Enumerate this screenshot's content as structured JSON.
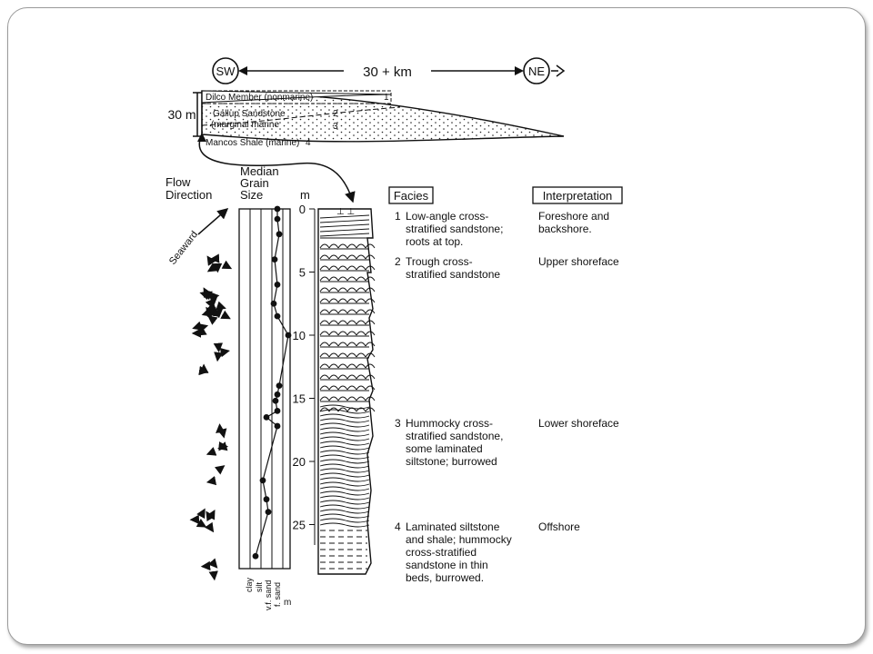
{
  "cross_section": {
    "sw_label": "SW",
    "ne_label": "NE",
    "distance_label": "30 + km",
    "thickness_label": "30 m",
    "units": [
      {
        "label": "Dilco Member (nonmarine)",
        "number": "1"
      },
      {
        "label": "Gallup Sandstone",
        "number": "2"
      },
      {
        "label": "(marginal marine",
        "number": "3"
      },
      {
        "label": "Mancos Shale (marine)",
        "number": "4"
      }
    ]
  },
  "flow_direction": {
    "title_line1": "Flow",
    "title_line2": "Direction",
    "seaward_label": "Seaward"
  },
  "grain_size": {
    "title_line1": "Median",
    "title_line2": "Grain",
    "title_line3": "Size",
    "axis_labels": [
      "clay",
      "silt",
      "v.f. sand",
      "f. sand",
      "m"
    ],
    "points": [
      {
        "depth": 0,
        "size": "f. sand"
      },
      {
        "depth": 0.8,
        "size": "f. sand"
      },
      {
        "depth": 2,
        "size": "f. sand"
      },
      {
        "depth": 4,
        "size": "f. sand"
      },
      {
        "depth": 6,
        "size": "f. sand"
      },
      {
        "depth": 7.5,
        "size": "f. sand"
      },
      {
        "depth": 8.5,
        "size": "f. sand"
      },
      {
        "depth": 10,
        "size": "m"
      },
      {
        "depth": 14,
        "size": "f. sand"
      },
      {
        "depth": 14.7,
        "size": "f. sand"
      },
      {
        "depth": 15.2,
        "size": "f. sand"
      },
      {
        "depth": 16,
        "size": "f. sand"
      },
      {
        "depth": 16.5,
        "size": "v.f. sand"
      },
      {
        "depth": 17.2,
        "size": "f. sand"
      },
      {
        "depth": 21.5,
        "size": "v.f. sand"
      },
      {
        "depth": 23,
        "size": "v.f. sand"
      },
      {
        "depth": 24,
        "size": "v.f. sand"
      },
      {
        "depth": 27.5,
        "size": "silt"
      }
    ]
  },
  "depth_axis": {
    "unit": "m",
    "ticks": [
      "0",
      "5",
      "10",
      "15",
      "20",
      "25"
    ]
  },
  "facies": {
    "facies_header": "Facies",
    "interpretation_header": "Interpretation",
    "rows": [
      {
        "number": "1",
        "lines": [
          "Low-angle cross-",
          "stratified sandstone;",
          "roots at top."
        ],
        "interpretation": [
          "Foreshore and",
          "backshore."
        ]
      },
      {
        "number": "2",
        "lines": [
          "Trough cross-",
          "stratified sandstone"
        ],
        "interpretation": [
          "Upper shoreface"
        ]
      },
      {
        "number": "3",
        "lines": [
          "Hummocky cross-",
          "stratified sandstone,",
          "some laminated",
          "siltstone; burrowed"
        ],
        "interpretation": [
          "Lower shoreface"
        ]
      },
      {
        "number": "4",
        "lines": [
          "Laminated siltstone",
          "and shale; hummocky",
          "cross-stratified",
          "sandstone in thin",
          "beds, burrowed."
        ],
        "interpretation": [
          "Offshore"
        ]
      }
    ]
  }
}
